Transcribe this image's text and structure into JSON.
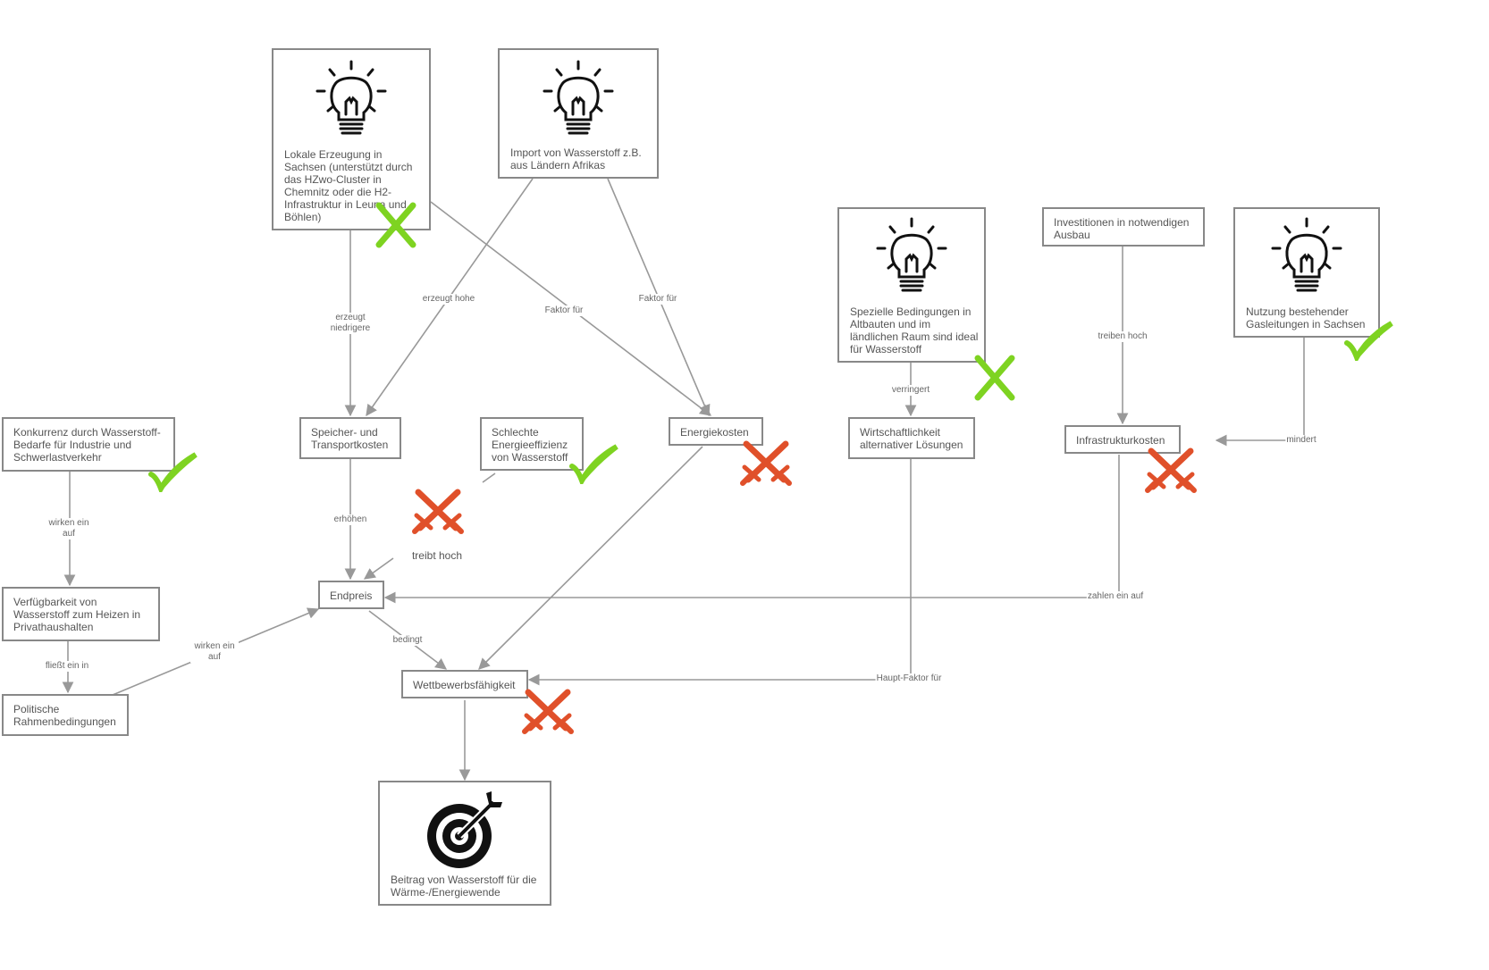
{
  "nodes": {
    "lokale_erzeugung": "Lokale Erzeugung in Sachsen (unterstützt durch das HZwo-Cluster in Chemnitz oder die H2-Infrastruktur in Leuna und Böhlen)",
    "import": "Import von Wasserstoff z.B. aus Ländern Afrikas",
    "spezielle_bedingungen": "Spezielle Bedingungen in Altbauten und im ländlichen Raum sind ideal für Wasserstoff",
    "investitionen": "Investitionen in notwendigen Ausbau",
    "nutzung_gasleitungen": "Nutzung bestehender Gasleitungen in Sachsen",
    "konkurrenz": "Konkurrenz durch Wasserstoff-Bedarfe für Industrie und Schwerlastverkehr",
    "speicher": "Speicher- und Transportkosten",
    "schlechte_effizienz": "Schlechte Energieeffizienz von Wasserstoff",
    "energiekosten": "Energiekosten",
    "wirtschaftlichkeit": "Wirtschaftlichkeit alternativer Lösungen",
    "infrastrukturkosten": "Infrastrukturkosten",
    "verfuegbarkeit": "Verfügbarkeit von Wasserstoff zum Heizen in Privathaushalten",
    "endpreis": "Endpreis",
    "politische": "Politische Rahmenbedingungen",
    "wettbewerb": "Wettbewerbsfähigkeit",
    "beitrag": "Beitrag von Wasserstoff für die Wärme-/Energiewende"
  },
  "edge_labels": {
    "erzeugt_niedrigere": "erzeugt niedrigere",
    "erzeugt_hohe": "erzeugt hohe",
    "faktor_fuer_1": "Faktor für",
    "faktor_fuer_2": "Faktor für",
    "verringert": "verringert",
    "treiben_hoch": "treiben hoch",
    "mindert": "mindert",
    "wirken_ein_auf_1": "wirken ein auf",
    "erhoehen": "erhöhen",
    "treibt_hoch": "treibt hoch",
    "zahlen_ein_auf": "zahlen ein auf",
    "fliesst_ein_in": "fließt ein in",
    "wirken_ein_auf_2": "wirken ein auf",
    "bedingt": "bedingt",
    "haupt_faktor_fuer": "Haupt-Faktor für"
  },
  "icons": {
    "idea": "lightbulb-icon",
    "goal": "target-icon",
    "positive": "check-icon",
    "negative": "crossed-swords-icon",
    "rejected": "x-icon"
  },
  "colors": {
    "line": "#999999",
    "border": "#888888",
    "positive": "#7ed321",
    "negative": "#e0502a"
  }
}
